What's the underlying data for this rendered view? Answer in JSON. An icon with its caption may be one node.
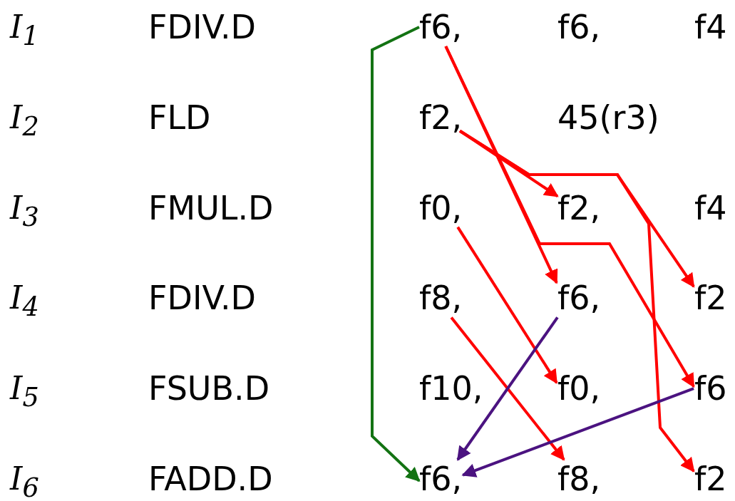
{
  "diagram": {
    "nodes": [
      {
        "text": [
          "f6,"
        ]
      },
      {
        "text": [
          "f6,"
        ]
      },
      {
        "text": [
          "f4"
        ]
      },
      {
        "text": [
          "f2,"
        ]
      },
      {
        "text": [
          "45(r3)"
        ]
      },
      {
        "text": [
          "f0,"
        ]
      },
      {
        "text": [
          "f2,"
        ]
      },
      {
        "text": [
          "f4"
        ]
      },
      {
        "text": [
          "f8,"
        ]
      },
      {
        "text": [
          "f6,"
        ]
      },
      {
        "text": [
          "f2"
        ]
      },
      {
        "text": [
          "f10,"
        ]
      },
      {
        "text": [
          "f0,"
        ]
      },
      {
        "text": [
          "f6"
        ]
      },
      {
        "text": [
          "f6,"
        ]
      },
      {
        "text": [
          "f8,"
        ]
      },
      {
        "text": [
          "f2"
        ]
      }
    ],
    "edges": [
      {
        "from": 0,
        "to": 14,
        "arrow": "to",
        "color": "#137313"
      },
      {
        "from": 0,
        "to": 9,
        "arrow": "to"
      },
      {
        "from": 0,
        "to": 13,
        "arrow": "to"
      },
      {
        "from": 3,
        "to": 6,
        "arrow": "to"
      },
      {
        "from": 3,
        "to": 10,
        "arrow": "to"
      },
      {
        "from": 3,
        "to": 16,
        "arrow": "to"
      },
      {
        "from": 5,
        "to": 12,
        "arrow": "to"
      },
      {
        "from": 8,
        "to": 15,
        "arrow": "to"
      },
      {
        "from": 9,
        "to": 14,
        "arrow": "to",
        "color": "#4b1380"
      },
      {
        "from": 13,
        "to": 14,
        "arrow": "to",
        "color": "#4b1380"
      }
    ],
    "labels": [
      "I$_{1}$",
      "FDIV.D",
      "I$_{2}$",
      "FLD",
      "I$_{3}$",
      "FMUL.D",
      "I$_{4}$",
      "FDIV.D",
      "I$_{5}$",
      "FSUB.D",
      "I$_{6}$",
      "FADD.D"
    ]
  }
}
